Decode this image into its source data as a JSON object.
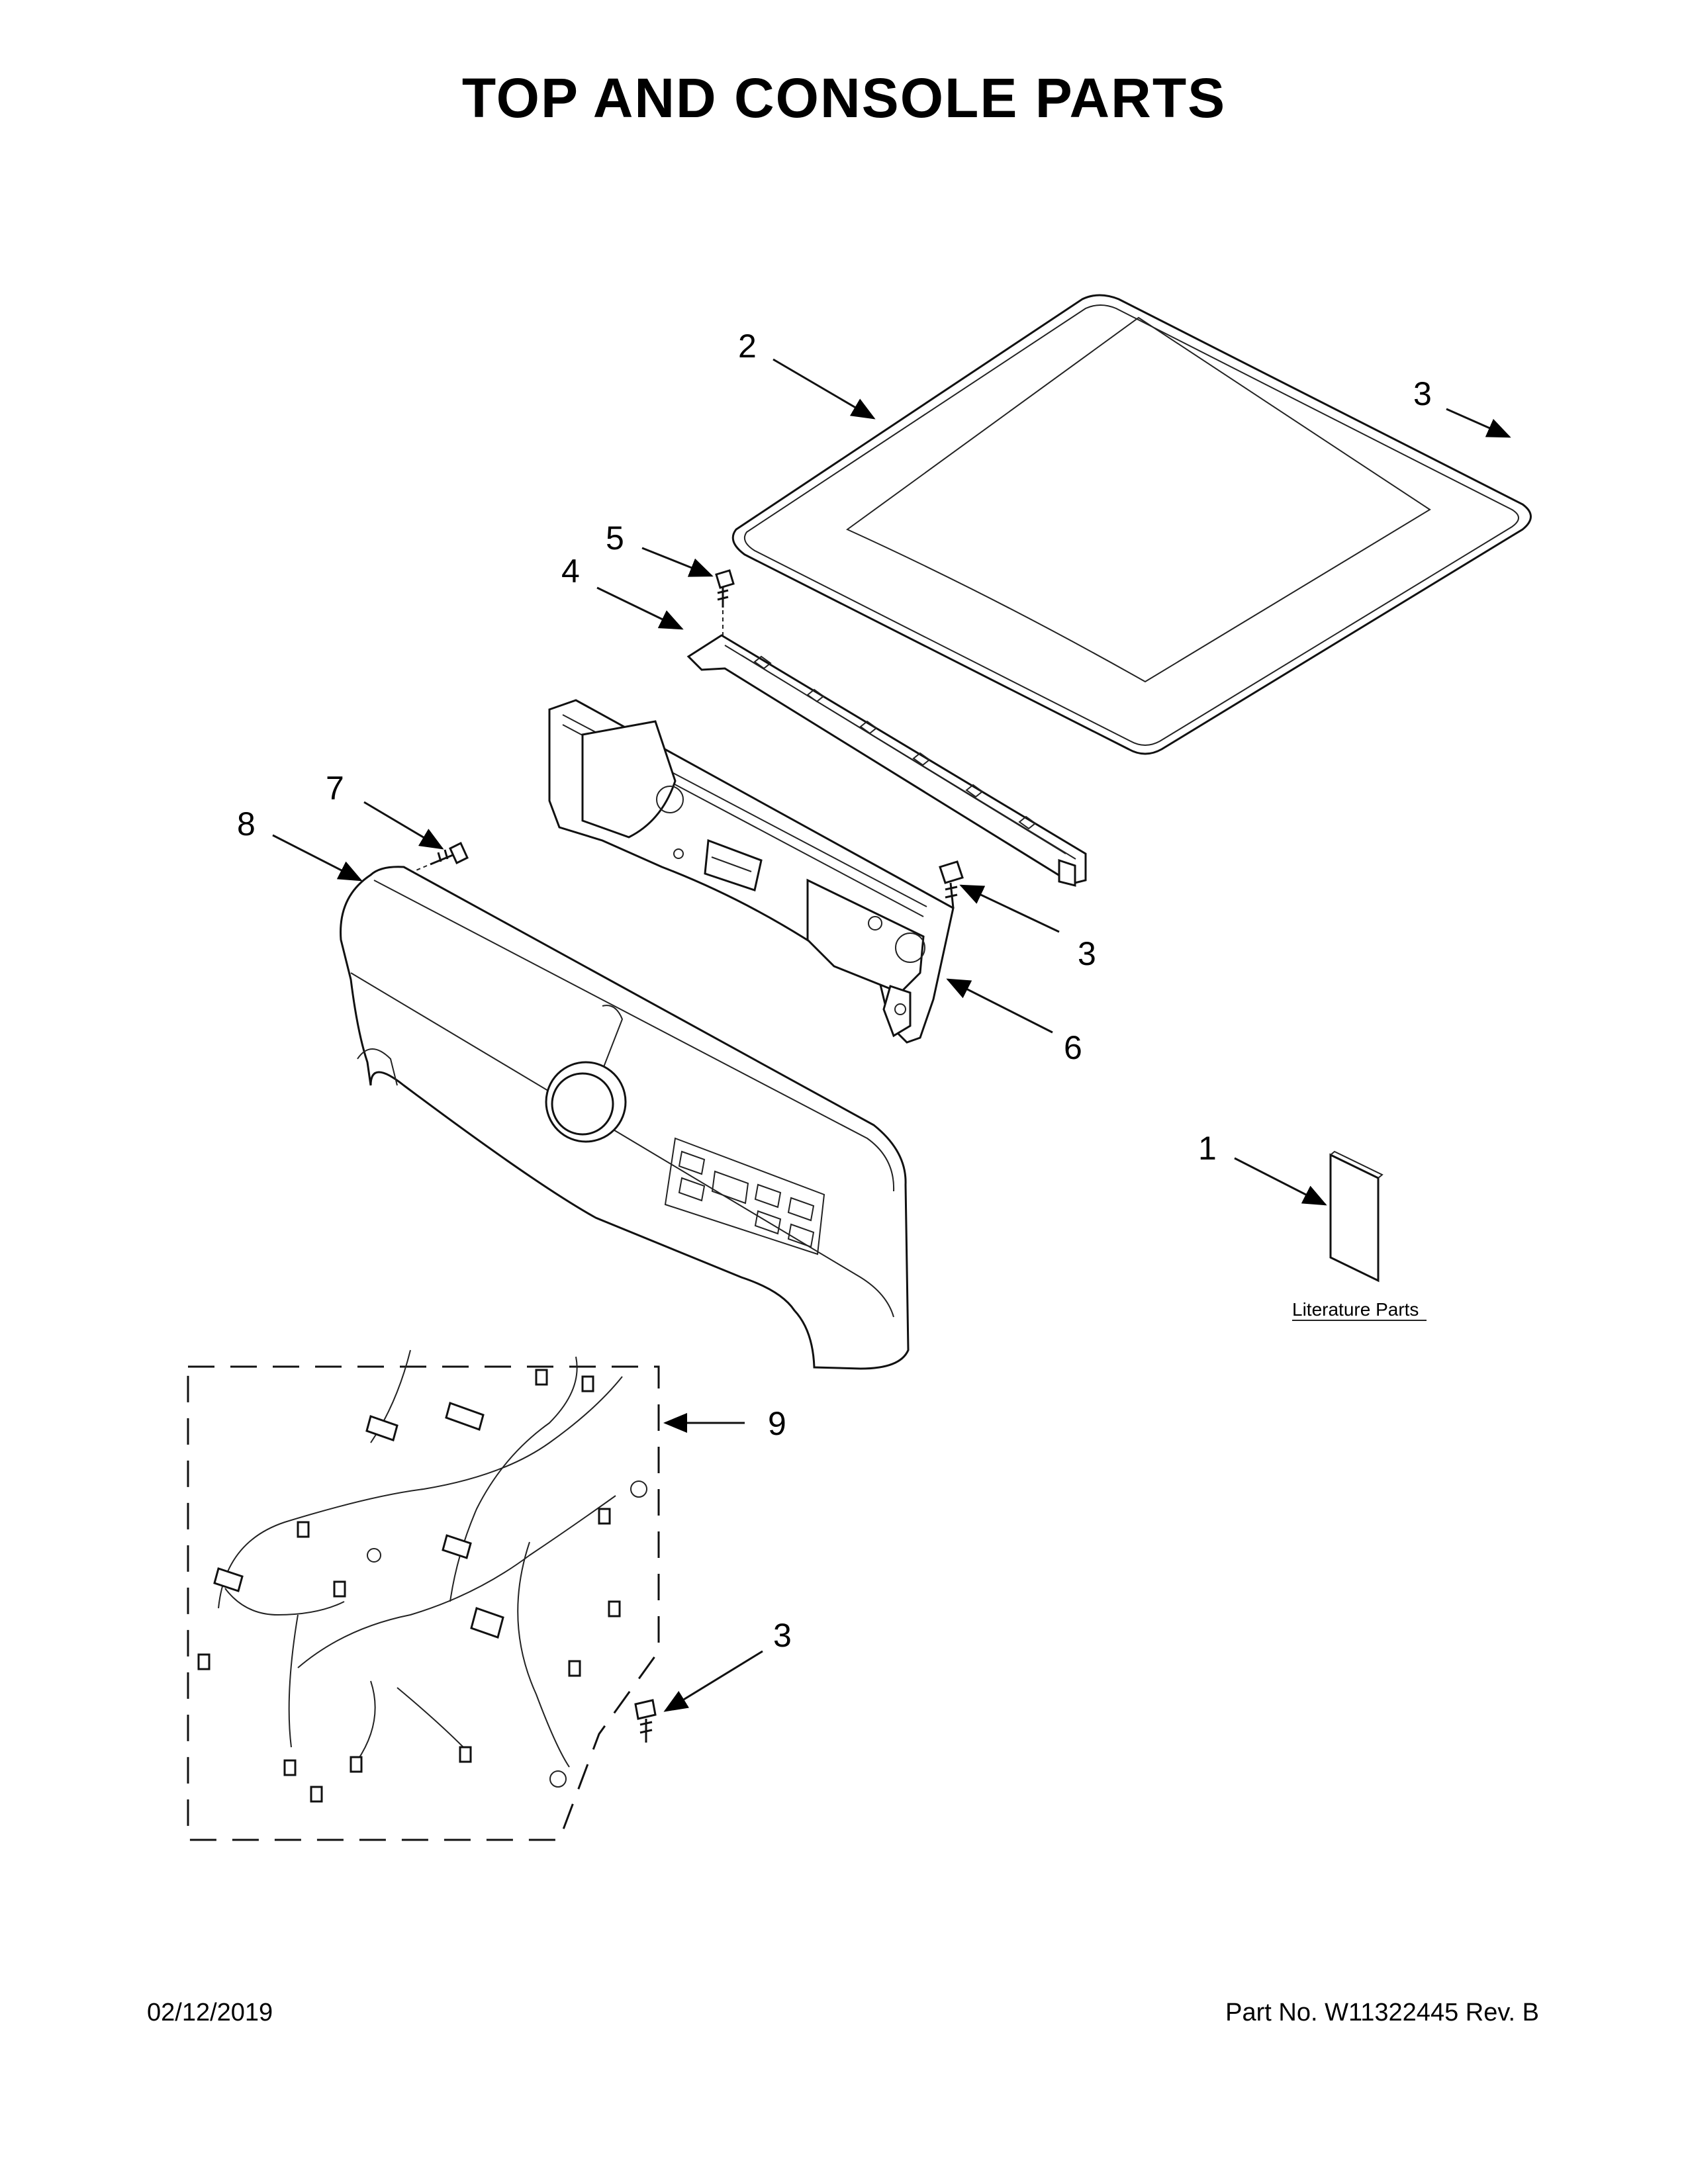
{
  "title": "TOP AND CONSOLE PARTS",
  "callouts": {
    "c1": "1",
    "c2": "2",
    "c3a": "3",
    "c3b": "3",
    "c3c": "3",
    "c4": "4",
    "c5": "5",
    "c6": "6",
    "c7": "7",
    "c8": "8",
    "c9": "9"
  },
  "literature_label": "Literature Parts",
  "footer": {
    "date": "02/12/2019",
    "part_number": "Part No.  W11322445  Rev.  B"
  }
}
